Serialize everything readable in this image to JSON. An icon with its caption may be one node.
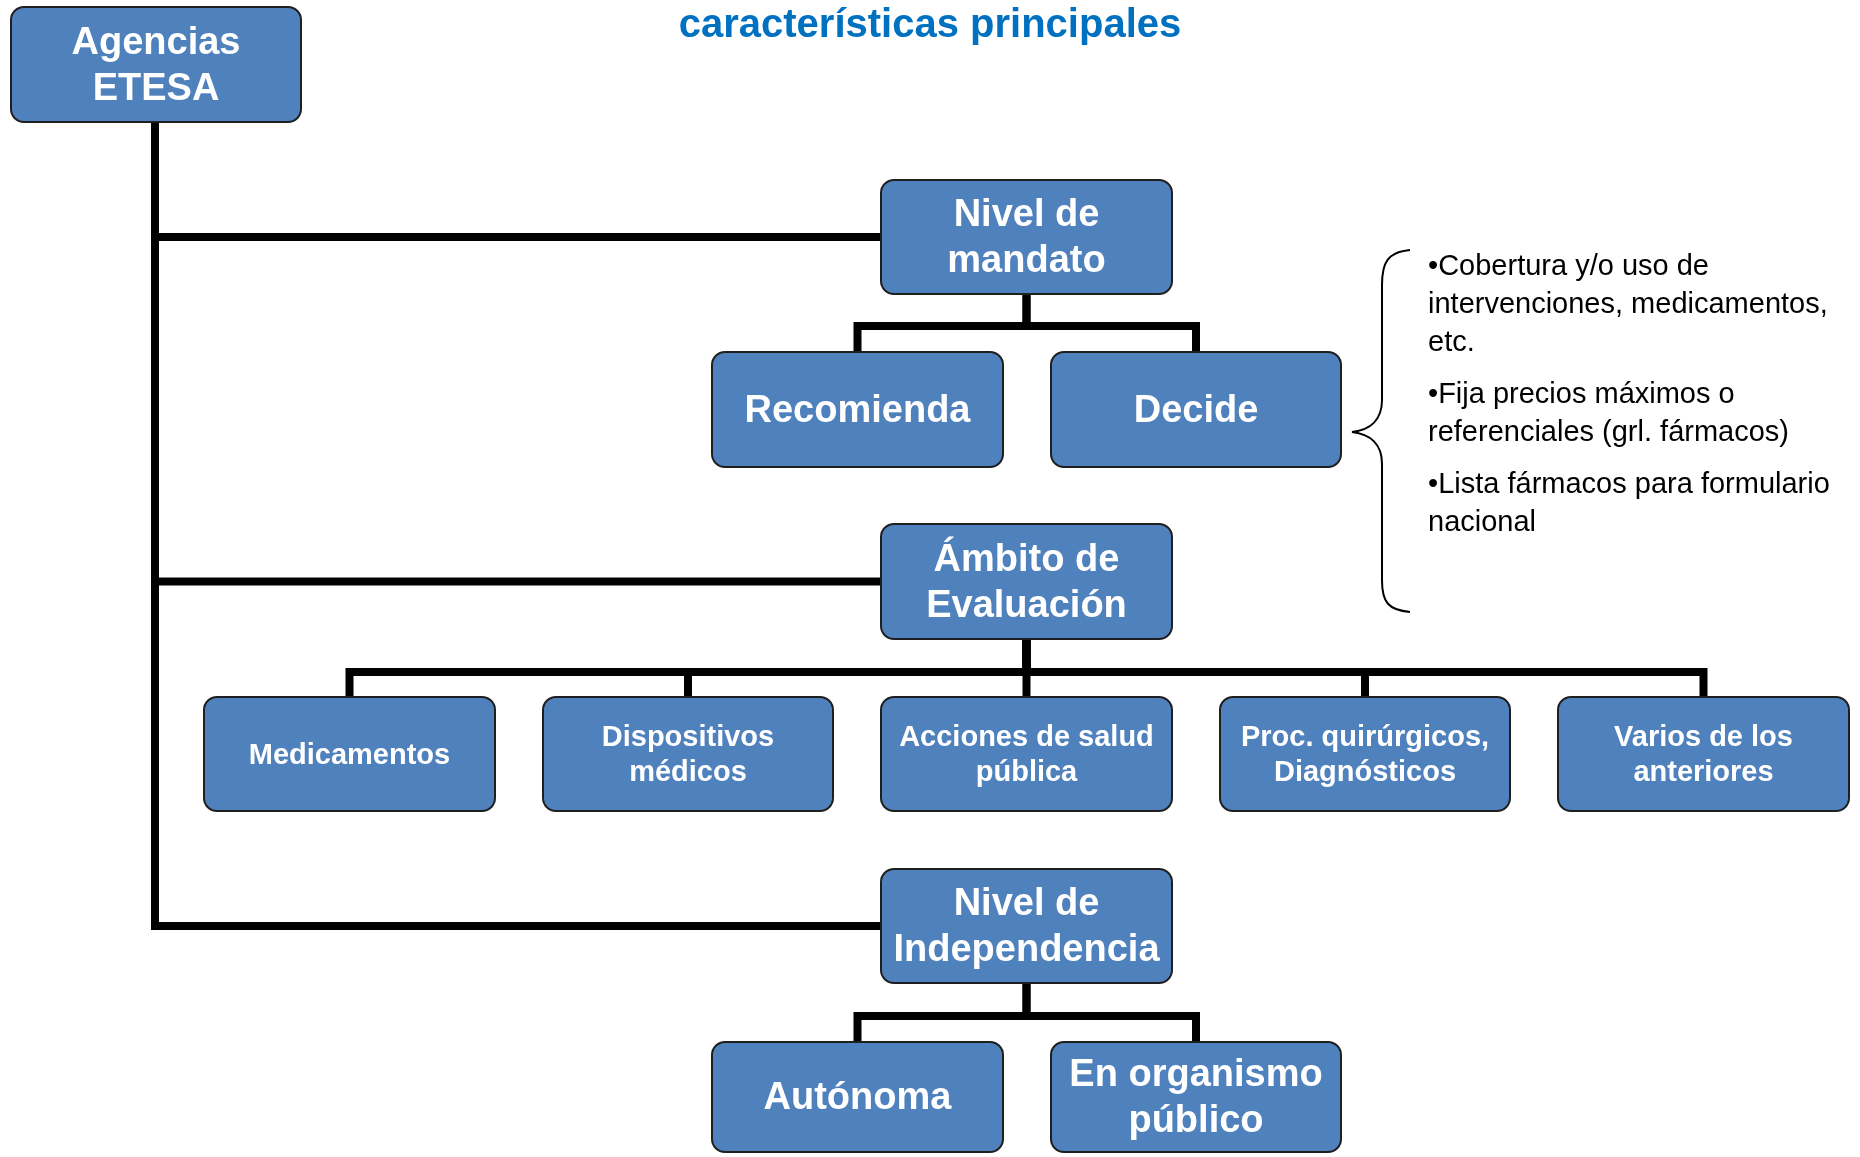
{
  "diagram": {
    "title": "características principales",
    "nodes": [
      {
        "text": [
          "Agencias ETESA"
        ]
      },
      {
        "text": [
          "Nivel de mandato"
        ]
      },
      {
        "text": [
          "Recomienda"
        ]
      },
      {
        "text": [
          "Decide"
        ]
      },
      {
        "text": [
          "Ámbito de Evaluación"
        ]
      },
      {
        "text": [
          "Medicamentos"
        ]
      },
      {
        "text": [
          "Dispositivos médicos"
        ]
      },
      {
        "text": [
          "Acciones de salud pública"
        ]
      },
      {
        "text": [
          "Proc. quirúrgicos, Diagnósticos"
        ]
      },
      {
        "text": [
          "Varios de los anteriores"
        ]
      },
      {
        "text": [
          "Nivel de Independencia"
        ]
      },
      {
        "text": [
          "Autónoma"
        ]
      },
      {
        "text": [
          "En organismo público"
        ]
      }
    ],
    "edges": [
      {
        "from": 0,
        "to": 1,
        "arrow": "none"
      },
      {
        "from": 0,
        "to": 4,
        "arrow": "none"
      },
      {
        "from": 0,
        "to": 10,
        "arrow": "none"
      },
      {
        "from": 1,
        "to": 2,
        "arrow": "none"
      },
      {
        "from": 1,
        "to": 3,
        "arrow": "none"
      },
      {
        "from": 4,
        "to": 5,
        "arrow": "none"
      },
      {
        "from": 4,
        "to": 6,
        "arrow": "none"
      },
      {
        "from": 4,
        "to": 7,
        "arrow": "none"
      },
      {
        "from": 4,
        "to": 8,
        "arrow": "none"
      },
      {
        "from": 4,
        "to": 9,
        "arrow": "none"
      },
      {
        "from": 10,
        "to": 11,
        "arrow": "none"
      },
      {
        "from": 10,
        "to": 12,
        "arrow": "none"
      }
    ],
    "labels": [
      "•Cobertura y/o uso de intervenciones, medicamentos, etc.",
      "•Fija precios máximos o referenciales (grl. fármacos)",
      "•Lista fármacos para formulario nacional"
    ]
  }
}
